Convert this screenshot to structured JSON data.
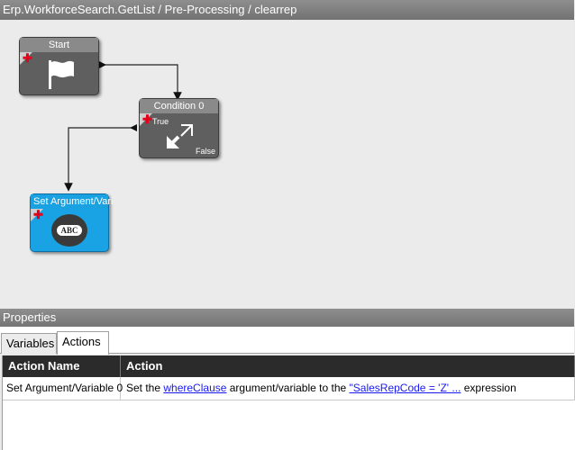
{
  "title": "Erp.WorkforceSearch.GetList / Pre-Processing / clearrep",
  "nodes": {
    "start": {
      "label": "Start"
    },
    "condition": {
      "label": "Condition 0",
      "true_label": "True",
      "false_label": "False"
    },
    "set_arg": {
      "label": "Set Argument/Vari",
      "badge": "ABC"
    }
  },
  "properties": {
    "title": "Properties",
    "tabs": [
      "Variables",
      "Actions"
    ],
    "active_tab": "Actions",
    "columns": [
      "Action Name",
      "Action"
    ],
    "rows": [
      {
        "name": "Set Argument/Variable 0",
        "action_prefix": "Set the ",
        "action_link1": "whereClause",
        "action_middle": " argument/variable to the ",
        "action_link2": "\"SalesRepCode = 'Z' ...",
        "action_suffix": " expression"
      }
    ]
  }
}
